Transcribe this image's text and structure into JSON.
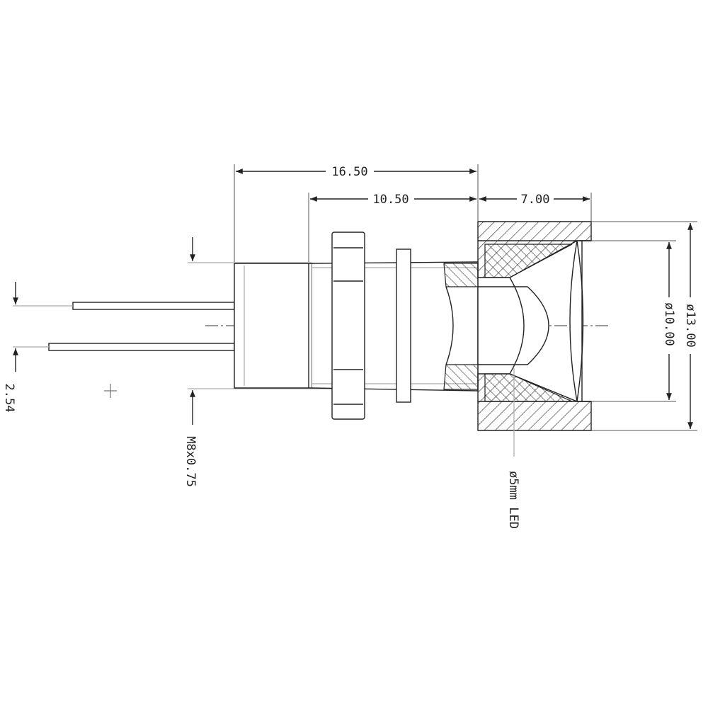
{
  "dimensions": {
    "overall_length": "16.50",
    "thread_length": "10.50",
    "cap_length": "7.00",
    "outer_diameter": "ø13.00",
    "inner_diameter": "ø10.00",
    "pin_spacing": "2.54",
    "thread": "M8x0.75",
    "led": "ø5mm LED"
  }
}
